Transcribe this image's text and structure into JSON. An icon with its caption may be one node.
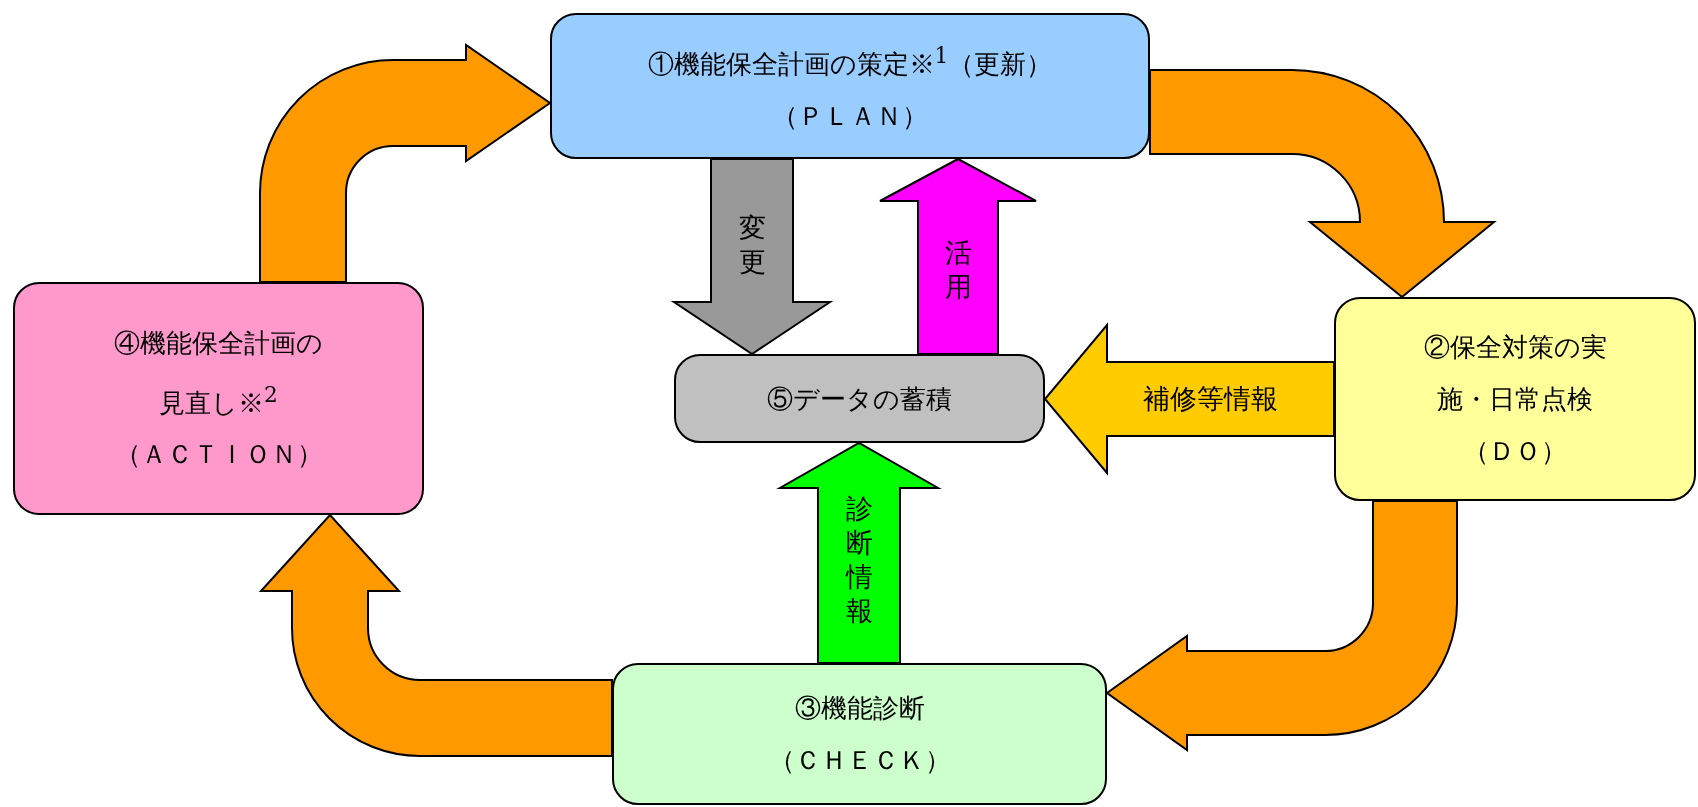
{
  "diagram": {
    "nodes": [
      {
        "text": [
          "①機能保全計画の策定※$^{1}$（更新）",
          "（ＰＬＡＮ）"
        ]
      },
      {
        "text": [
          "②保全対策の実施・日常点検",
          "（ＤＯ）"
        ]
      },
      {
        "text": [
          "③機能診断",
          "（ＣＨＥＣＫ）"
        ]
      },
      {
        "text": [
          "④機能保全計画の見直し※$^{2}$",
          "（ＡＣＴＩＯＮ）"
        ]
      },
      {
        "text": [
          "⑤データの蓄積"
        ]
      }
    ],
    "edges": [
      {
        "from": 3,
        "to": 0,
        "arrow": "to"
      },
      {
        "from": 0,
        "to": 1,
        "arrow": "to"
      },
      {
        "from": 1,
        "to": 2,
        "arrow": "to"
      },
      {
        "from": 2,
        "to": 3,
        "arrow": "to"
      },
      {
        "from": 0,
        "to": 4,
        "arrow": "to",
        "label": "変更",
        "color": "#999999"
      },
      {
        "from": 4,
        "to": 0,
        "arrow": "to",
        "label": "活用",
        "color": "#ff00ff"
      },
      {
        "from": 1,
        "to": 4,
        "arrow": "to",
        "label": "補修等情報",
        "color": "#ffcc00"
      },
      {
        "from": 2,
        "to": 4,
        "arrow": "to",
        "label": "診断情報",
        "color": "#00ff00"
      }
    ]
  }
}
